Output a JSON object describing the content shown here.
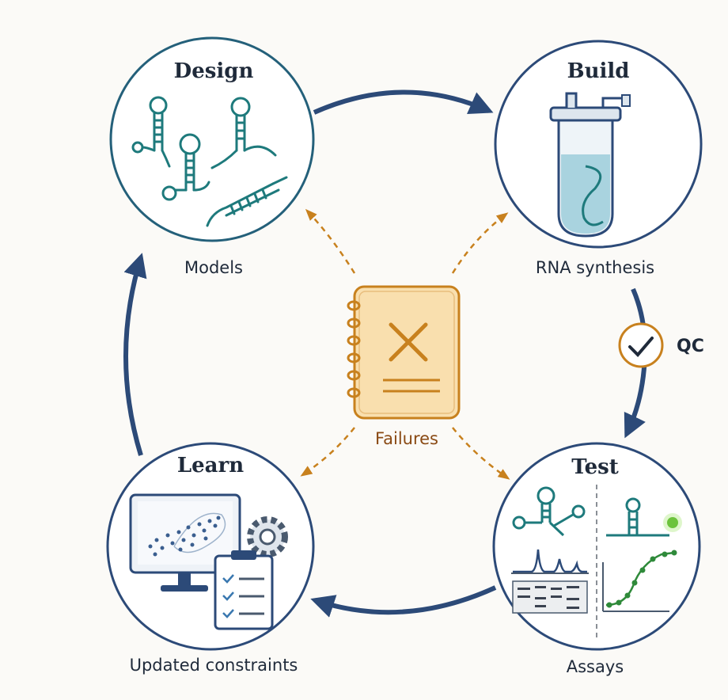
{
  "stages": {
    "design": {
      "title": "Design",
      "caption": "Models"
    },
    "build": {
      "title": "Build",
      "caption": "RNA synthesis"
    },
    "test": {
      "title": "Test",
      "caption": "Assays"
    },
    "learn": {
      "title": "Learn",
      "caption": "Updated constraints"
    }
  },
  "qc": {
    "label": "QC"
  },
  "failures": {
    "label": "Failures"
  },
  "colors": {
    "navy": "#2c4a78",
    "teal": "#1e7a7c",
    "orange": "#c8811e",
    "notebook": "#f9dfae",
    "green": "#2f8a3a"
  }
}
